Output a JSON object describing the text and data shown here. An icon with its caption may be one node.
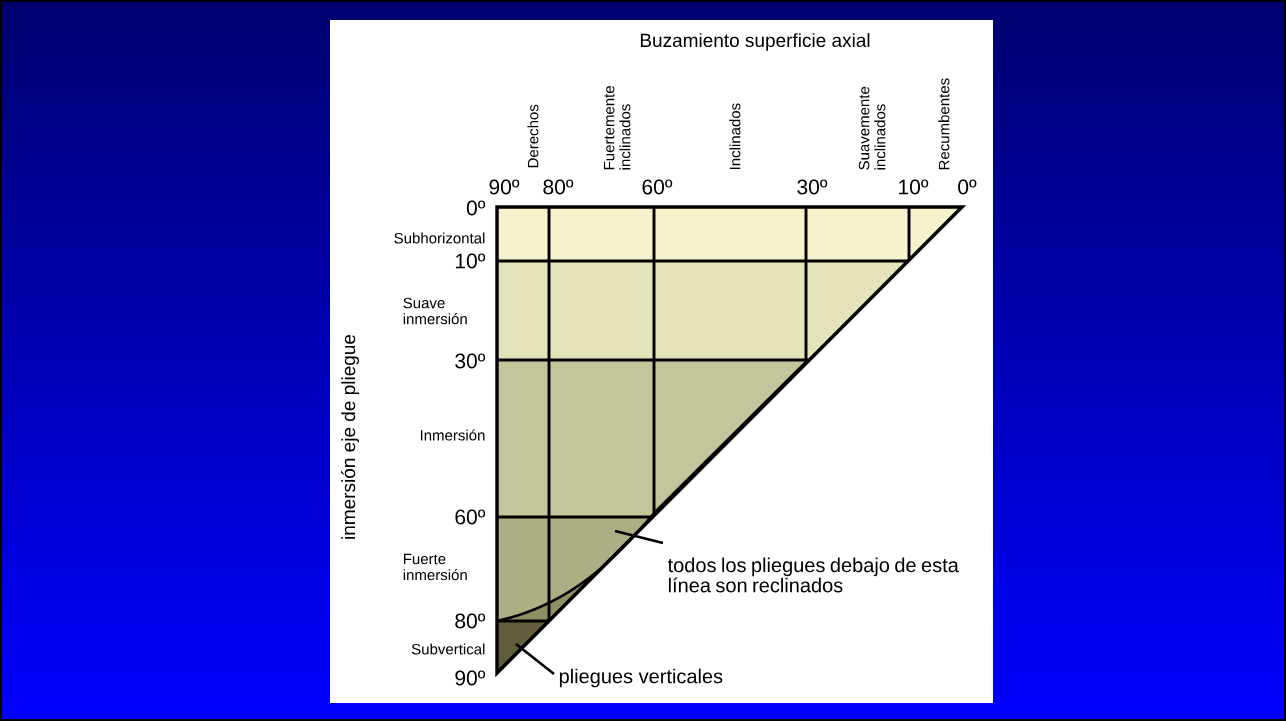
{
  "diagram": {
    "nodes": [
      {
        "text": [
          "todos los pliegues debajo de esta línea son reclinados"
        ]
      },
      {
        "text": [
          "pliegues verticales"
        ]
      }
    ],
    "edges": [
      {
        "from": 0,
        "to": null,
        "arrow": "none"
      },
      {
        "from": 1,
        "to": null,
        "arrow": "none"
      }
    ],
    "labels": [
      "Buzamiento superficie axial",
      "Derechos",
      "Fuertemente inclinados",
      "Inclinados",
      "Suavemente inclinados",
      "Recumbentes",
      "90º",
      "80º",
      "60º",
      "30º",
      "10º",
      "0º",
      "inmersión eje de pliegue",
      "0º",
      "Subhorizontal",
      "10º",
      "Suave inmersión",
      "30º",
      "Inmersión",
      "60º",
      "Fuerte inmersión",
      "80º",
      "Subvertical",
      "90º"
    ]
  }
}
